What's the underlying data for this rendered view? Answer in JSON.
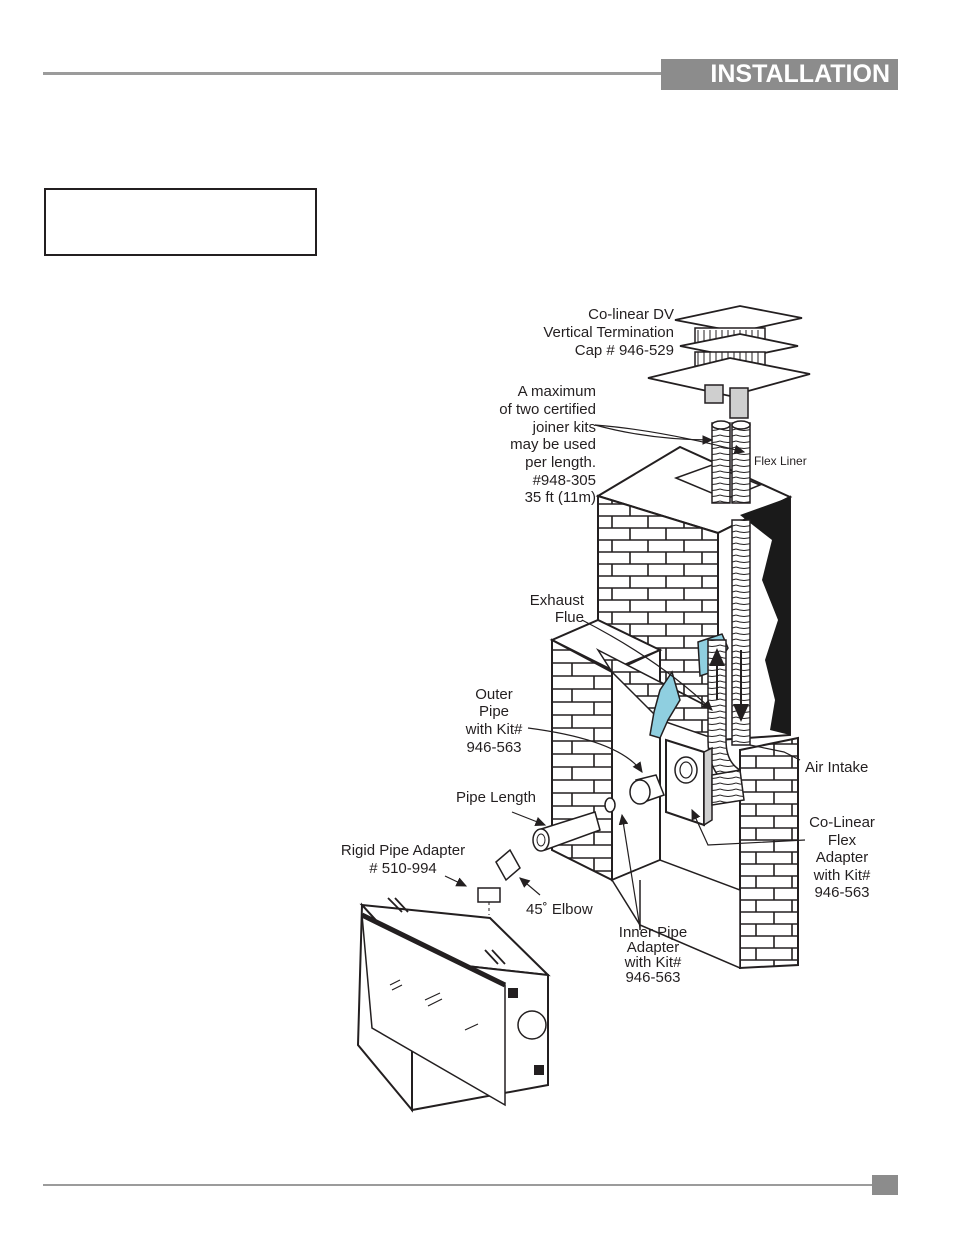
{
  "header": {
    "title": "INSTALLATION"
  },
  "note_box": {
    "text": ""
  },
  "diagram": {
    "labels": {
      "cap": [
        "Co-linear DV",
        "Vertical Termination",
        "Cap # 946-529"
      ],
      "joiner": [
        "A maximum",
        "of two certified",
        "joiner kits",
        "may be used",
        "per length.",
        "#948-305",
        "35 ft (11m)"
      ],
      "flex_liner": "Flex Liner",
      "exhaust": [
        "Exhaust",
        "Flue"
      ],
      "outer_pipe": [
        "Outer",
        "Pipe",
        "with Kit#",
        "946-563"
      ],
      "air_intake": "Air Intake",
      "pipe_length": "Pipe Length",
      "rigid_adapter": [
        "Rigid Pipe Adapter",
        "# 510-994"
      ],
      "elbow": "45˚ Elbow",
      "colinear_adapter": [
        "Co-Linear",
        "Flex",
        "Adapter",
        "with Kit#",
        "946-563"
      ],
      "inner_adapter": [
        "Inner Pipe",
        "Adapter",
        "with Kit#",
        "946-563"
      ]
    }
  },
  "colors": {
    "header_gray": "#8c8c8c",
    "rule_gray": "#9b9b9b",
    "gasket_blue": "#8fcfe0"
  }
}
